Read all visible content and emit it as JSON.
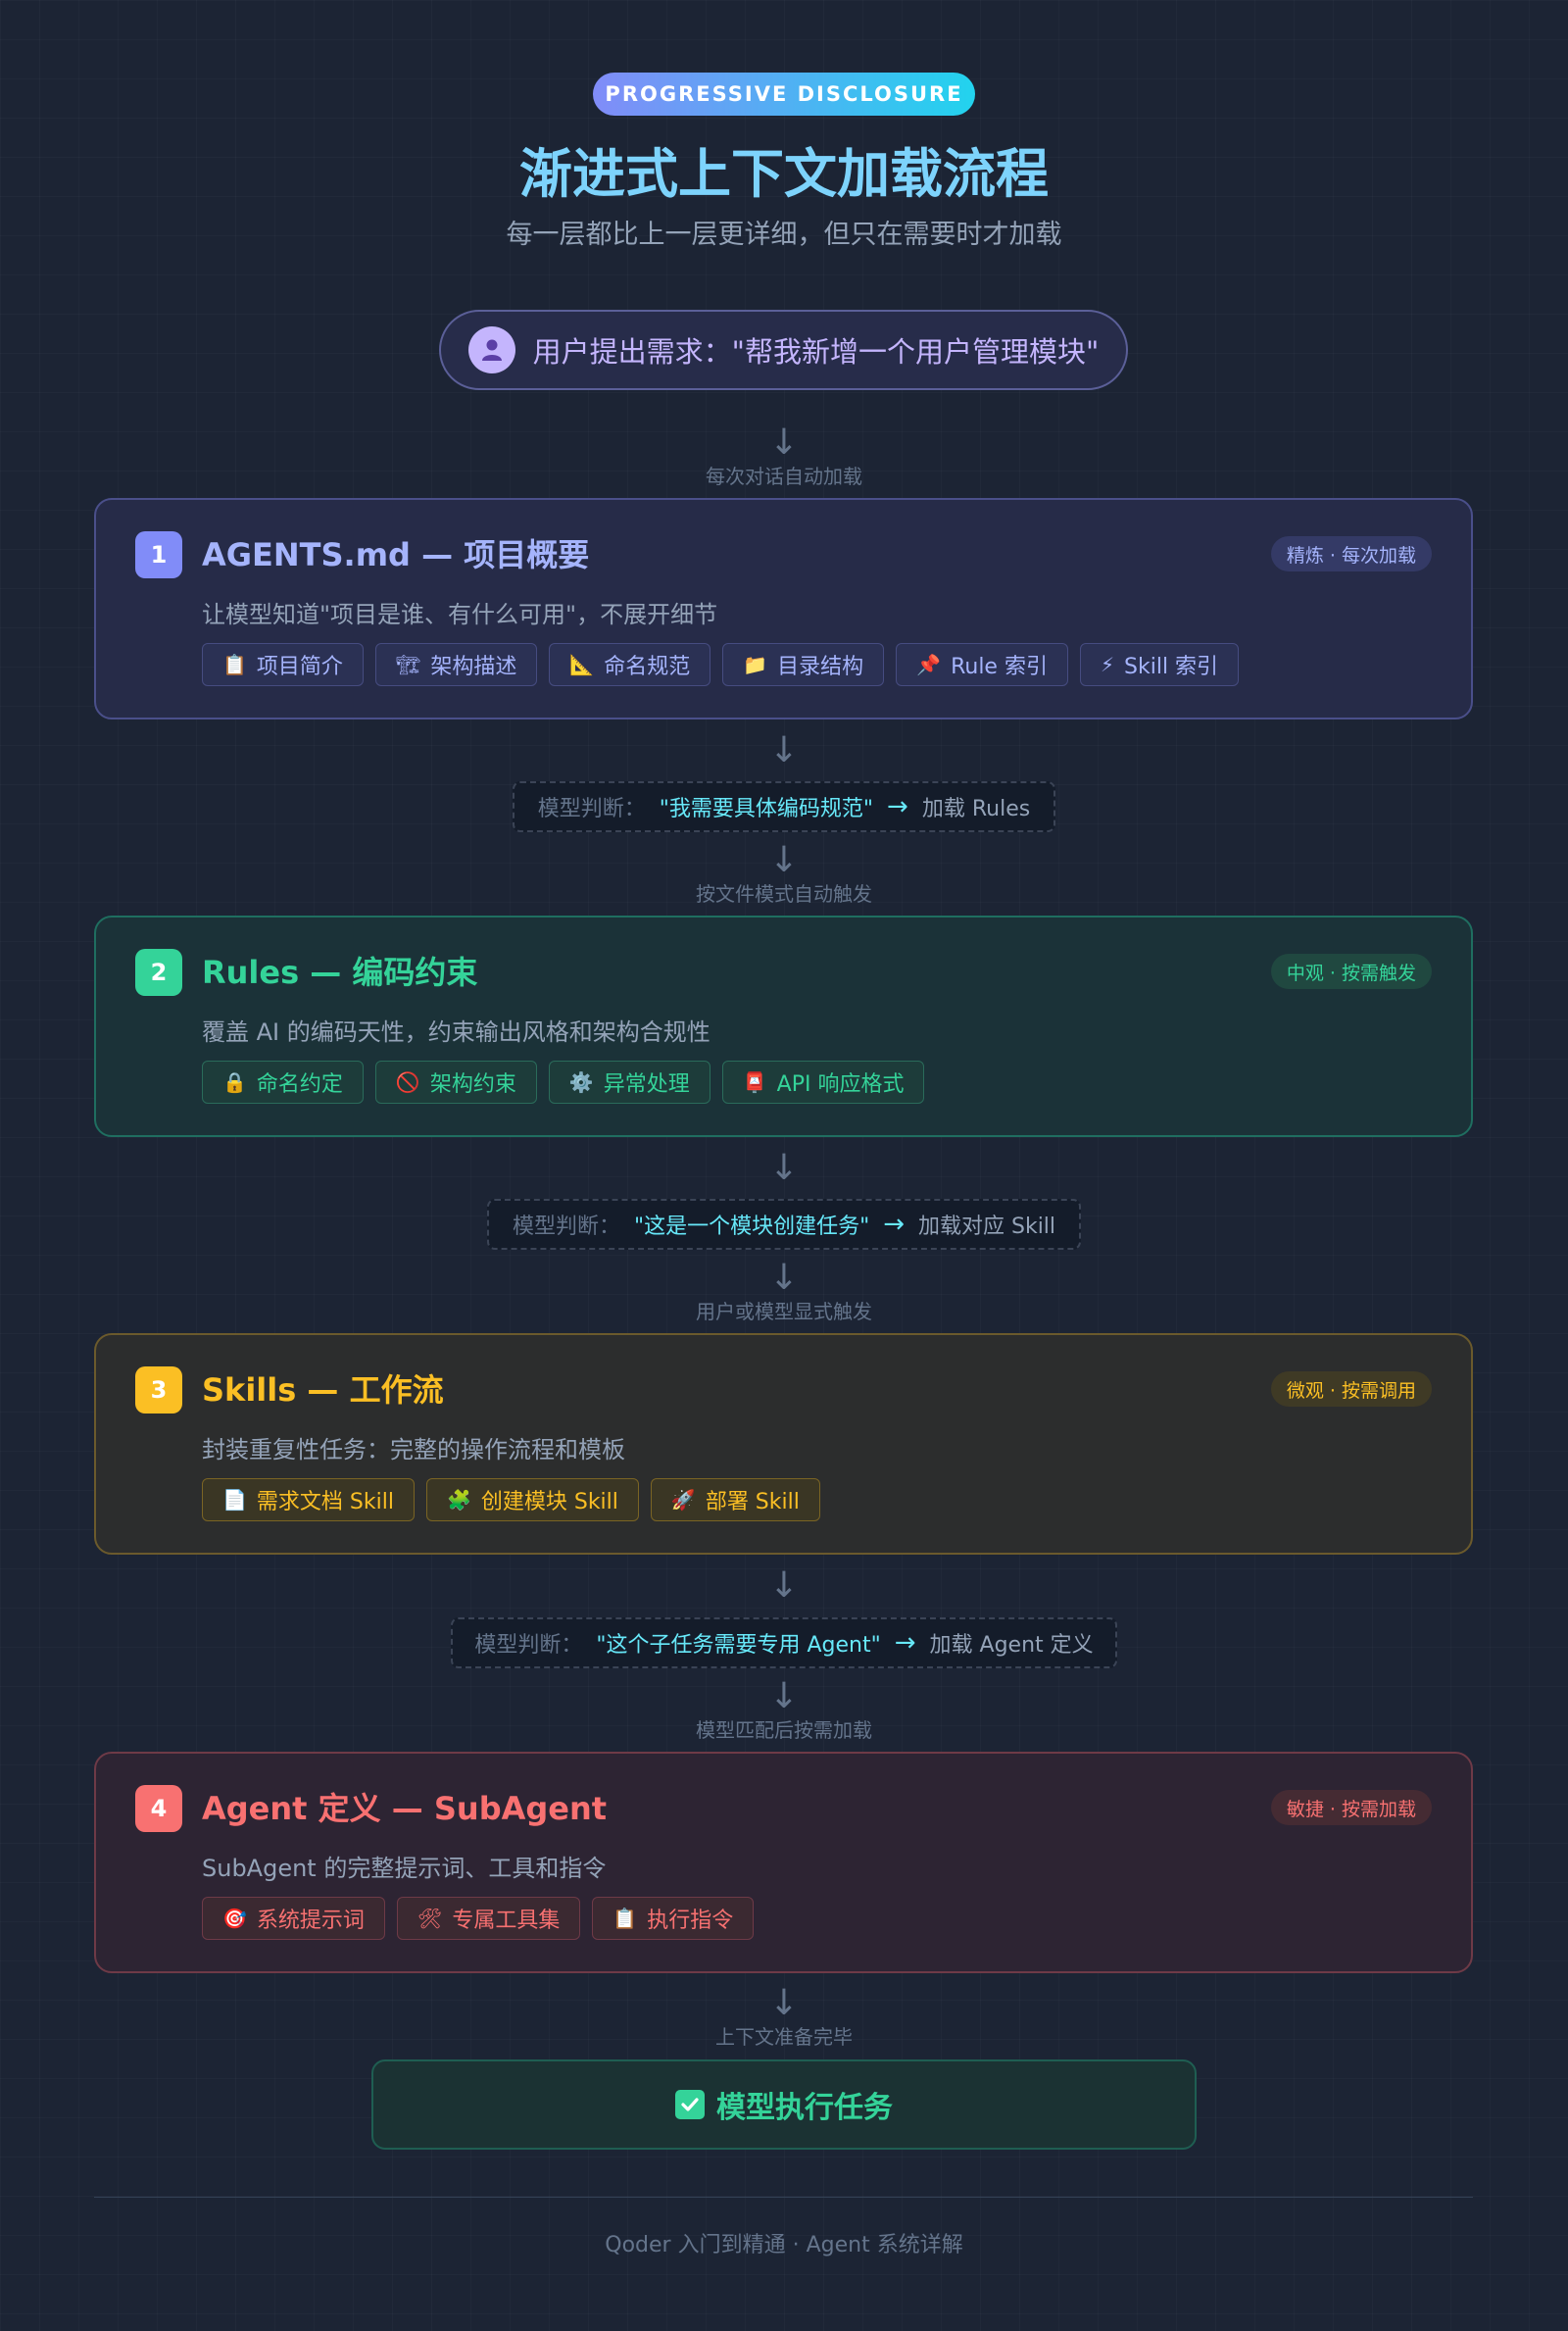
{
  "header": {
    "pill": "PROGRESSIVE DISCLOSURE",
    "title": "渐进式上下文加载流程",
    "subtitle": "每一层都比上一层更详细，但只在需要时才加载"
  },
  "request": {
    "text": "用户提出需求：\"帮我新增一个用户管理模块\"",
    "icon": "user-icon"
  },
  "arrows": [
    {
      "symbol": "↓",
      "label": "每次对话自动加载"
    },
    {
      "symbol": "↓",
      "label": ""
    },
    {
      "symbol": "↓",
      "label": "按文件模式自动触发"
    },
    {
      "symbol": "↓",
      "label": ""
    },
    {
      "symbol": "↓",
      "label": "用户或模型显式触发"
    },
    {
      "symbol": "↓",
      "label": ""
    },
    {
      "symbol": "↓",
      "label": "模型匹配后按需加载"
    },
    {
      "symbol": "↓",
      "label": "上下文准备完毕"
    }
  ],
  "layers": [
    {
      "num": "1",
      "title": "AGENTS.md — 项目概要",
      "badge": "精炼 · 每次加载",
      "desc": "让模型知道\"项目是谁、有什么可用\"，不展开细节",
      "color": "#818cf8",
      "tags": [
        {
          "icon": "📋",
          "label": "项目简介"
        },
        {
          "icon": "🏗",
          "label": "架构描述"
        },
        {
          "icon": "📐",
          "label": "命名规范"
        },
        {
          "icon": "📁",
          "label": "目录结构"
        },
        {
          "icon": "📌",
          "label": "Rule 索引"
        },
        {
          "icon": "⚡",
          "label": "Skill 索引"
        }
      ]
    },
    {
      "num": "2",
      "title": "Rules — 编码约束",
      "badge": "中观 · 按需触发",
      "desc": "覆盖 AI 的编码天性，约束输出风格和架构合规性",
      "color": "#34d399",
      "tags": [
        {
          "icon": "🔒",
          "label": "命名约定"
        },
        {
          "icon": "🚫",
          "label": "架构约束"
        },
        {
          "icon": "⚙️",
          "label": "异常处理"
        },
        {
          "icon": "📮",
          "label": "API 响应格式"
        }
      ]
    },
    {
      "num": "3",
      "title": "Skills — 工作流",
      "badge": "微观 · 按需调用",
      "desc": "封装重复性任务：完整的操作流程和模板",
      "color": "#fbbf24",
      "tags": [
        {
          "icon": "📄",
          "label": "需求文档 Skill"
        },
        {
          "icon": "🧩",
          "label": "创建模块 Skill"
        },
        {
          "icon": "🚀",
          "label": "部署 Skill"
        }
      ]
    },
    {
      "num": "4",
      "title": "Agent 定义 — SubAgent",
      "badge": "敏捷 · 按需加载",
      "desc": "SubAgent 的完整提示词、工具和指令",
      "color": "#f87171",
      "tags": [
        {
          "icon": "🎯",
          "label": "系统提示词"
        },
        {
          "icon": "🛠",
          "label": "专属工具集"
        },
        {
          "icon": "📋",
          "label": "执行指令"
        }
      ]
    }
  ],
  "decisions": [
    {
      "label": "模型判断：",
      "quote": "\"我需要具体编码规范\"",
      "arrow": "→",
      "action": "加载 Rules"
    },
    {
      "label": "模型判断：",
      "quote": "\"这是一个模块创建任务\"",
      "arrow": "→",
      "action": "加载对应 Skill"
    },
    {
      "label": "模型判断：",
      "quote": "\"这个子任务需要专用 Agent\"",
      "arrow": "→",
      "action": "加载 Agent 定义"
    }
  ],
  "final": {
    "icon": "check-icon",
    "text": "模型执行任务"
  },
  "footer": {
    "text": "Qoder 入门到精通 · Agent 系统详解"
  }
}
